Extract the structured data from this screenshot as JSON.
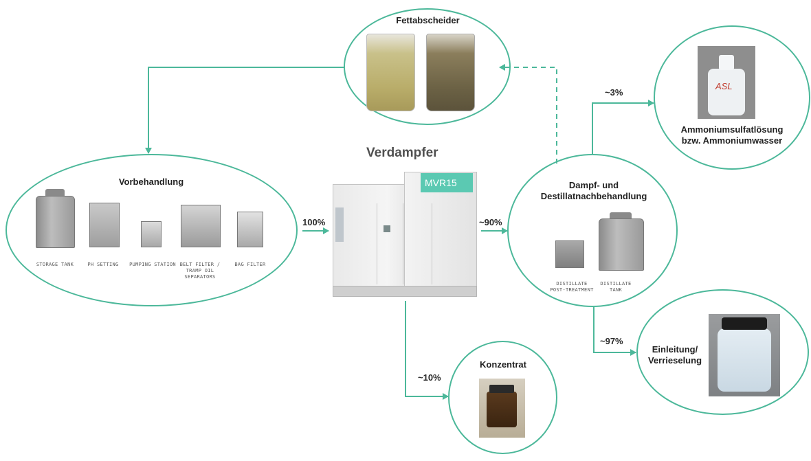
{
  "colors": {
    "accent": "#4cb89a",
    "evaporator_badge": "#5bc9b2",
    "text": "#222222"
  },
  "evaporator": {
    "title": "Verdampfer",
    "badge": "MVR15"
  },
  "pretreatment": {
    "title": "Vorbehandlung",
    "items": [
      "STORAGE TANK",
      "PH SETTING",
      "PUMPING STATION",
      "BELT FILTER / TRAMP OIL SEPARATORS",
      "BAG FILTER"
    ]
  },
  "grease_separator": {
    "title": "Fettabscheider"
  },
  "distillate": {
    "title": "Dampf- und Destillatnachbehandlung",
    "items": [
      "DISTILLATE POST-TREATMENT",
      "DISTILLATE TANK"
    ]
  },
  "ammonium": {
    "title": "Ammoniumsulfatlösung bzw. Ammoniumwasser",
    "label": "ASL"
  },
  "discharge": {
    "title": "Einleitung/ Verrieselung"
  },
  "concentrate": {
    "title": "Konzentrat"
  },
  "flows": {
    "in": "100%",
    "distillate": "~90%",
    "concentrate": "~10%",
    "ammonium": "~3%",
    "discharge": "~97%"
  }
}
